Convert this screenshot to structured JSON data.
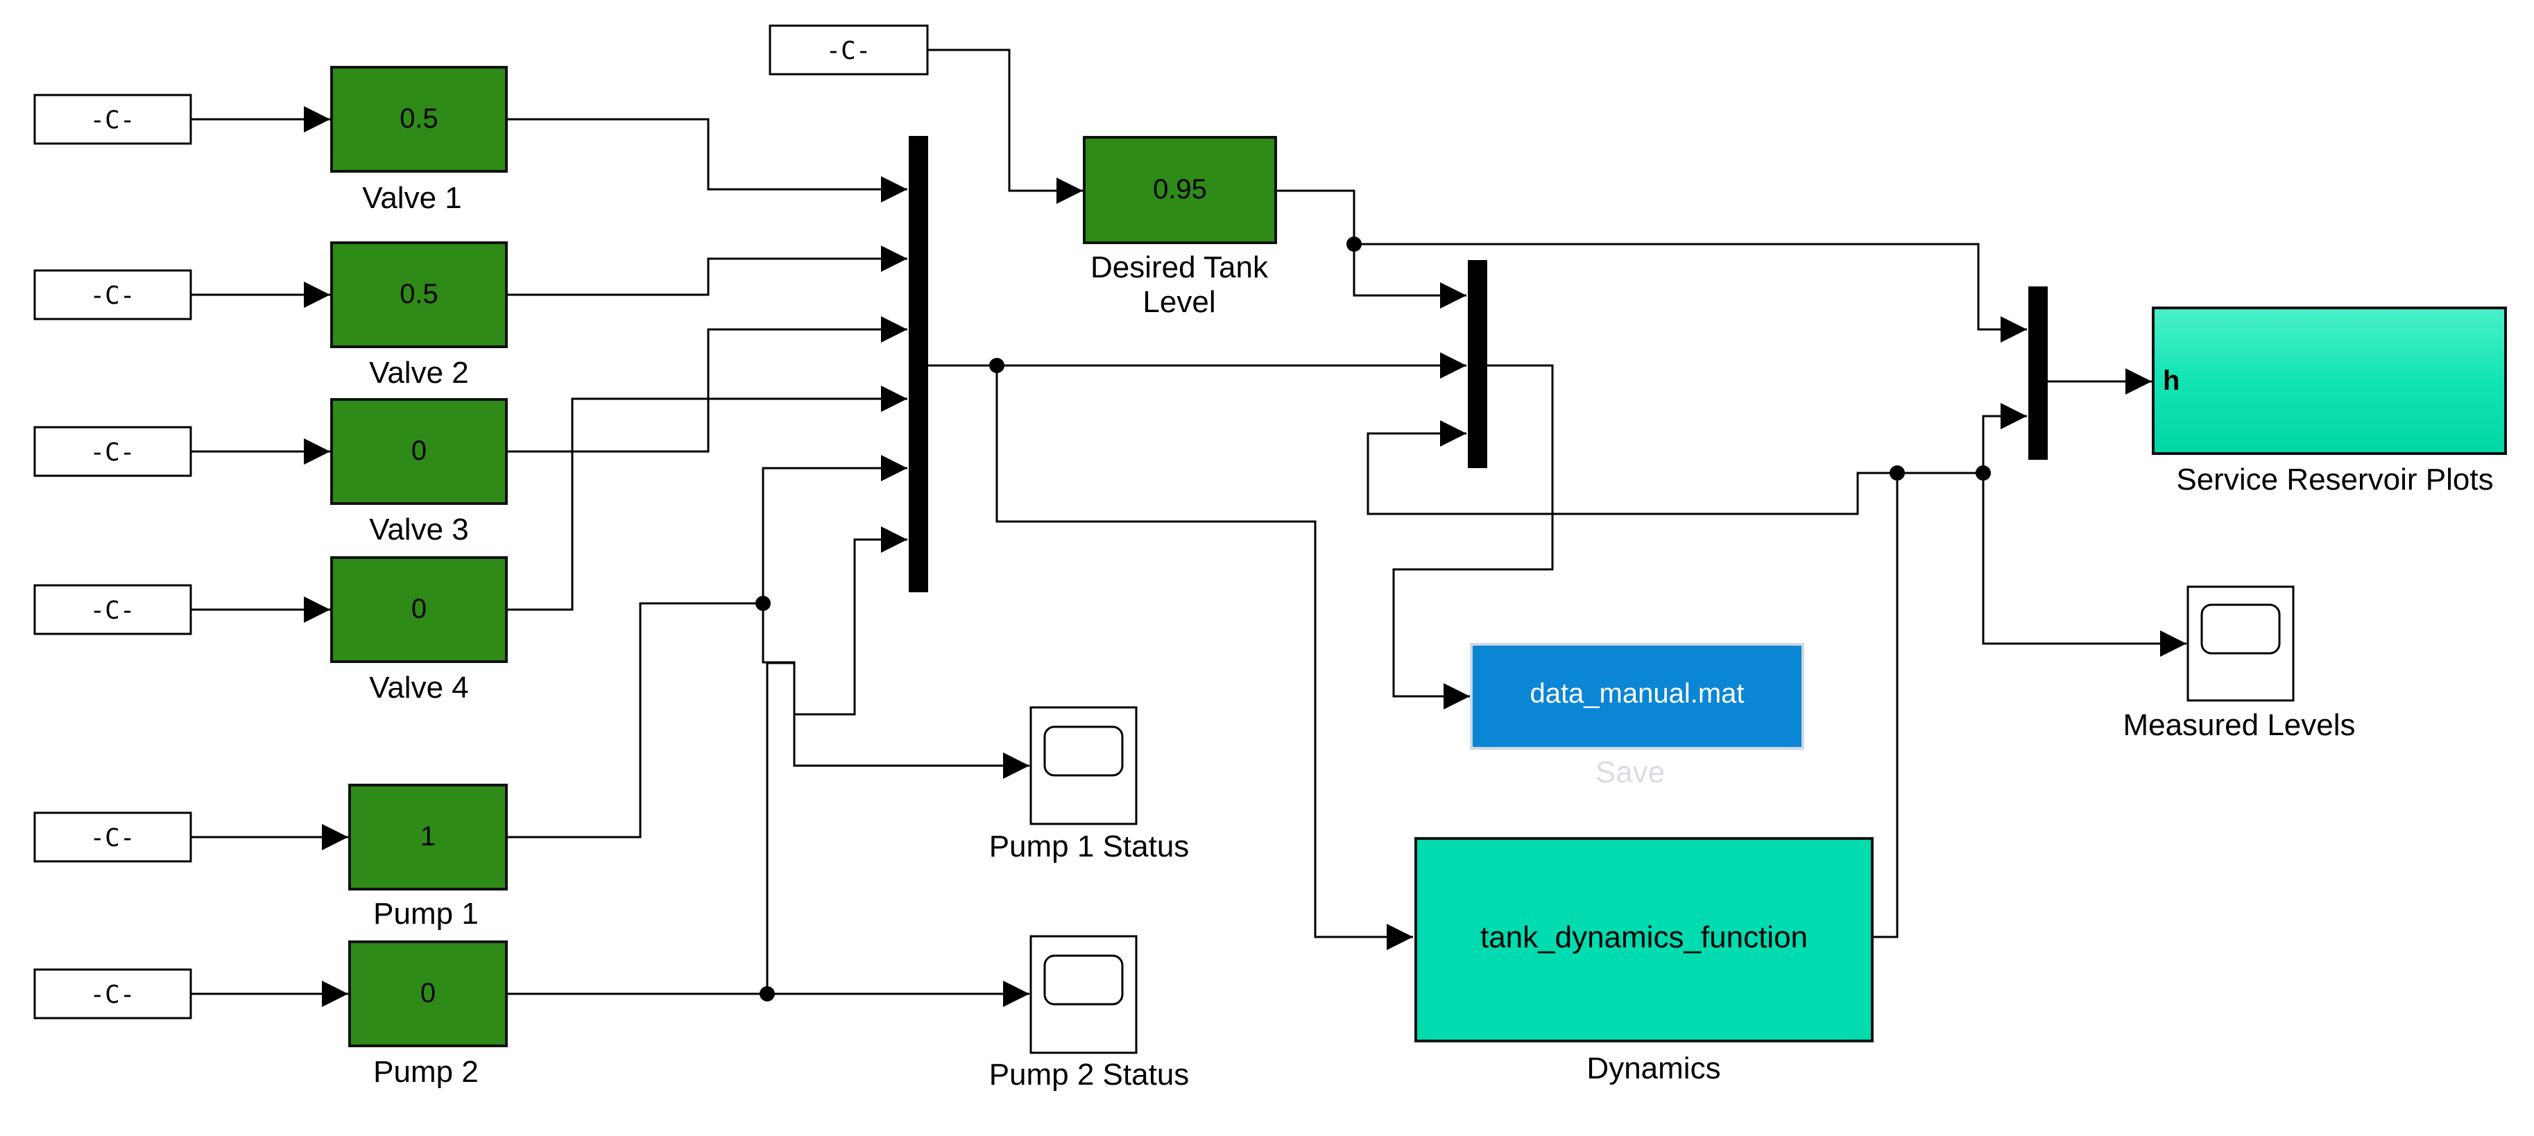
{
  "colors": {
    "display_fill": "#2e8b18",
    "dynamics_fill": "#00dbb0",
    "plots_fill": "#16e2b4",
    "save_fill": "#0b86d4",
    "save_label_color": "#d9dde3",
    "bus_fill": "#000000",
    "line_color": "#000000"
  },
  "constants": {
    "valve1": "-C-",
    "valve2": "-C-",
    "valve3": "-C-",
    "valve4": "-C-",
    "pump1": "-C-",
    "pump2": "-C-",
    "level": "-C-"
  },
  "displays": {
    "valve1": {
      "value": "0.5",
      "label": "Valve 1"
    },
    "valve2": {
      "value": "0.5",
      "label": "Valve 2"
    },
    "valve3": {
      "value": "0",
      "label": "Valve 3"
    },
    "valve4": {
      "value": "0",
      "label": "Valve 4"
    },
    "pump1": {
      "value": "1",
      "label": "Pump 1"
    },
    "pump2": {
      "value": "0",
      "label": "Pump 2"
    },
    "level": {
      "value": "0.95",
      "label_line1": "Desired Tank",
      "label_line2": "Level"
    }
  },
  "scopes": {
    "pump1_status": "Pump 1 Status",
    "pump2_status": "Pump 2 Status",
    "measured_levels": "Measured Levels"
  },
  "save_block": {
    "text": "data_manual.mat",
    "label": "Save"
  },
  "dynamics_block": {
    "text": "tank_dynamics_function",
    "label": "Dynamics"
  },
  "plots_block": {
    "port": "h",
    "label": "Service Reservoir Plots"
  }
}
